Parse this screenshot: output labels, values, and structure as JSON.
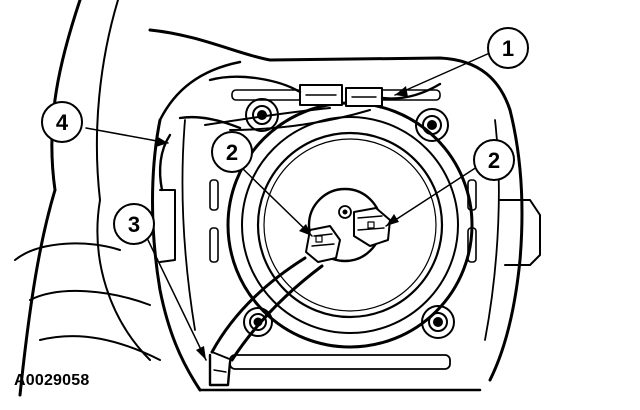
{
  "figure": {
    "reference_code": "A0029058"
  },
  "callouts": [
    {
      "id": "callout-1",
      "label": "1"
    },
    {
      "id": "callout-2a",
      "label": "2"
    },
    {
      "id": "callout-2b",
      "label": "2"
    },
    {
      "id": "callout-3",
      "label": "3"
    },
    {
      "id": "callout-4",
      "label": "4"
    }
  ],
  "colors": {
    "ink": "#000000",
    "paper": "#ffffff"
  }
}
